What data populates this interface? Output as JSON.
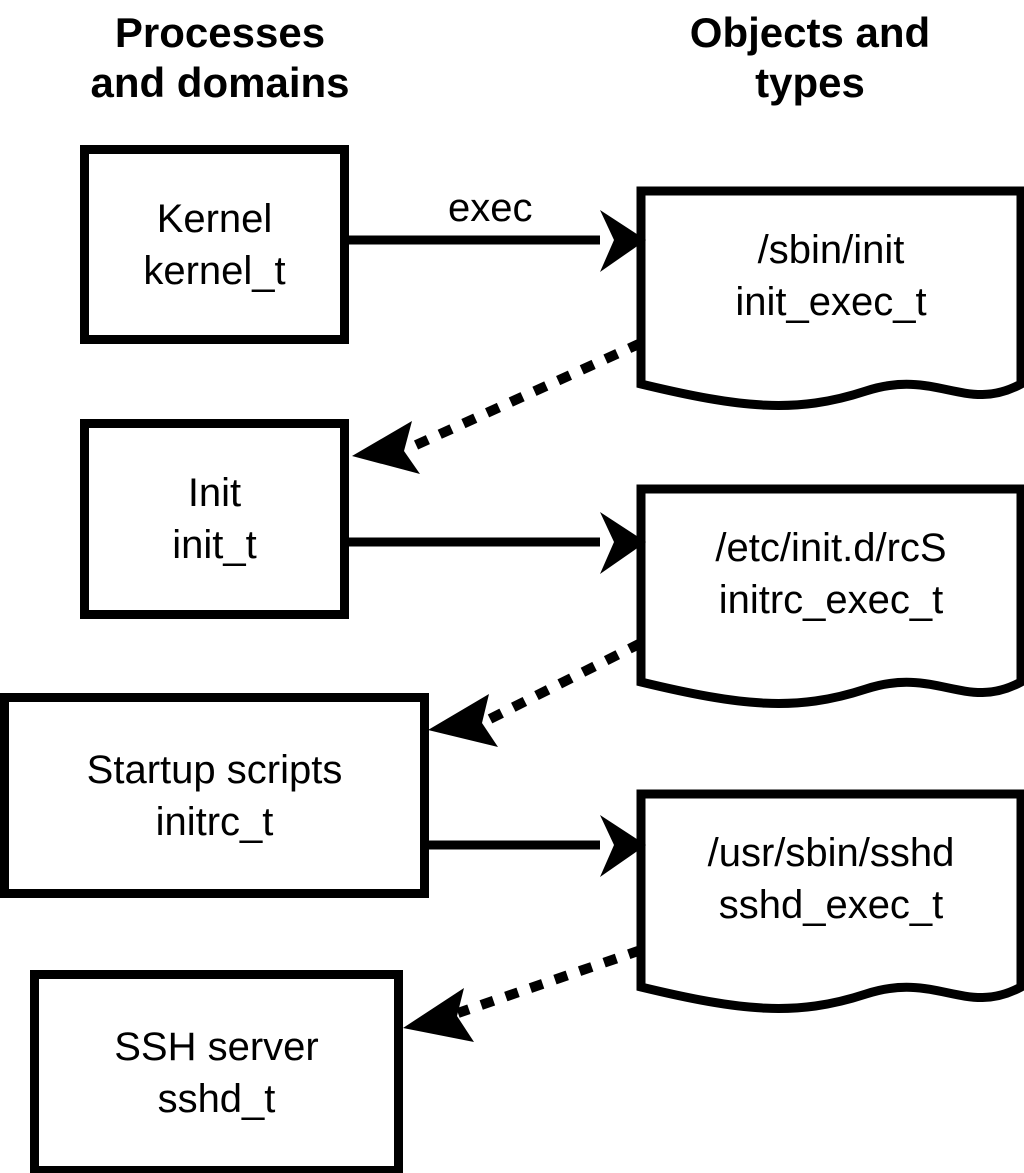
{
  "diagram": {
    "title_hidden": "",
    "columns": {
      "left_heading": "Processes\nand domains",
      "right_heading": "Objects and\ntypes"
    },
    "colors": {
      "stroke": "#000000",
      "fill": "#ffffff",
      "text": "#000000"
    },
    "process_boxes": [
      {
        "name": "Kernel",
        "type": "kernel_t"
      },
      {
        "name": "Init",
        "type": "init_t"
      },
      {
        "name": "Startup scripts",
        "type": "initrc_t"
      },
      {
        "name": "SSH server",
        "type": "sshd_t"
      }
    ],
    "object_docs": [
      {
        "path": "/sbin/init",
        "type": "init_exec_t"
      },
      {
        "path": "/etc/init.d/rcS",
        "type": "initrc_exec_t"
      },
      {
        "path": "/usr/sbin/sshd",
        "type": "sshd_exec_t"
      }
    ],
    "edges": [
      {
        "label": "exec",
        "style": "solid",
        "from": "Kernel",
        "to": "/sbin/init"
      },
      {
        "label": "",
        "style": "dotted",
        "from": "/sbin/init",
        "to": "Init"
      },
      {
        "label": "",
        "style": "solid",
        "from": "Init",
        "to": "/etc/init.d/rcS"
      },
      {
        "label": "",
        "style": "dotted",
        "from": "/etc/init.d/rcS",
        "to": "Startup scripts"
      },
      {
        "label": "",
        "style": "solid",
        "from": "Startup scripts",
        "to": "/usr/sbin/sshd"
      },
      {
        "label": "",
        "style": "dotted",
        "from": "/usr/sbin/sshd",
        "to": "SSH server"
      }
    ]
  }
}
